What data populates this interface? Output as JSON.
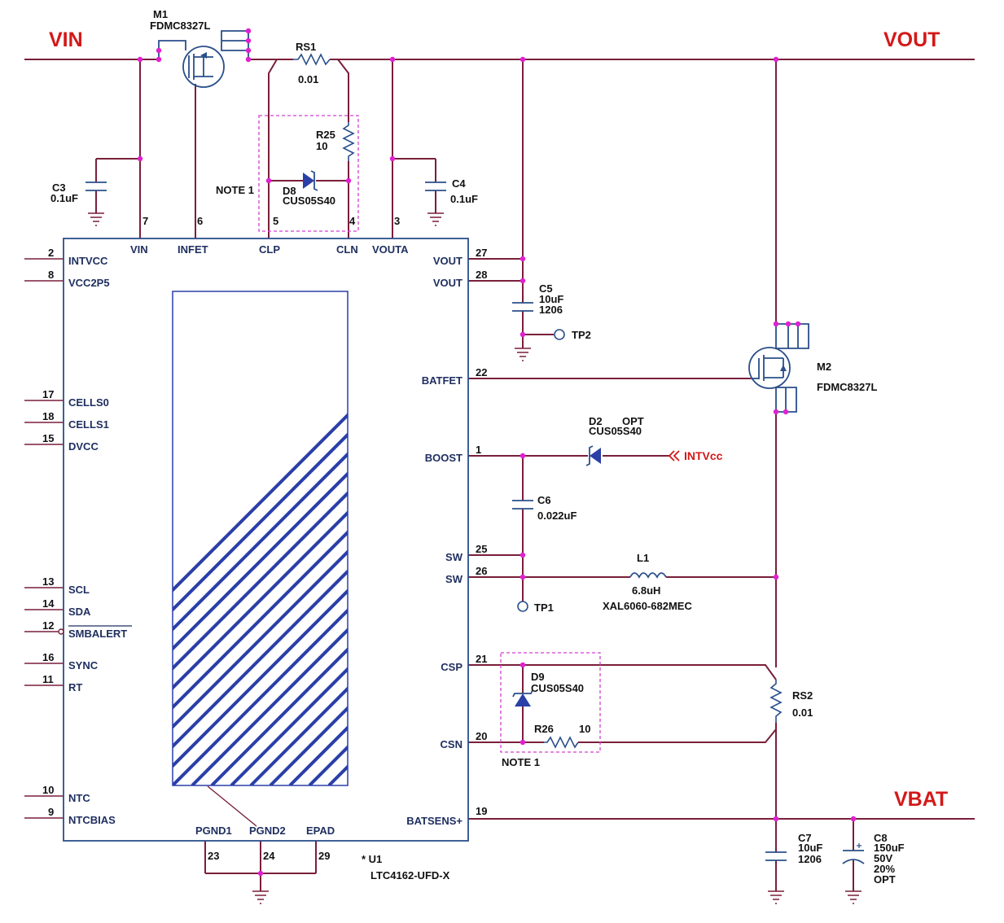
{
  "nets": {
    "vin": "VIN",
    "vout": "VOUT",
    "vbat": "VBAT",
    "intvcc": "INTVcc"
  },
  "ic": {
    "ref": "* U1",
    "part": "LTC4162-UFD-X",
    "top_pins": [
      {
        "name": "VIN",
        "num": "7"
      },
      {
        "name": "INFET",
        "num": "6"
      },
      {
        "name": "CLP",
        "num": "5"
      },
      {
        "name": "CLN",
        "num": "4"
      },
      {
        "name": "VOUTA",
        "num": "3"
      }
    ],
    "left_pins": [
      {
        "name": "INTVCC",
        "num": "2"
      },
      {
        "name": "VCC2P5",
        "num": "8"
      },
      {
        "name": "CELLS0",
        "num": "17"
      },
      {
        "name": "CELLS1",
        "num": "18"
      },
      {
        "name": "DVCC",
        "num": "15"
      },
      {
        "name": "SCL",
        "num": "13"
      },
      {
        "name": "SDA",
        "num": "14"
      },
      {
        "name": "SMBALERT",
        "num": "12"
      },
      {
        "name": "SYNC",
        "num": "16"
      },
      {
        "name": "RT",
        "num": "11"
      },
      {
        "name": "NTC",
        "num": "10"
      },
      {
        "name": "NTCBIAS",
        "num": "9"
      }
    ],
    "right_pins": [
      {
        "name": "VOUT",
        "num": "27"
      },
      {
        "name": "VOUT",
        "num": "28"
      },
      {
        "name": "BATFET",
        "num": "22"
      },
      {
        "name": "BOOST",
        "num": "1"
      },
      {
        "name": "SW",
        "num": "25"
      },
      {
        "name": "SW",
        "num": "26"
      },
      {
        "name": "CSP",
        "num": "21"
      },
      {
        "name": "CSN",
        "num": "20"
      },
      {
        "name": "BATSENS+",
        "num": "19"
      }
    ],
    "bottom_pins": [
      {
        "name": "PGND1",
        "num": "23"
      },
      {
        "name": "PGND2",
        "num": "24"
      },
      {
        "name": "EPAD",
        "num": "29"
      }
    ]
  },
  "parts": {
    "m1": {
      "ref": "M1",
      "value": "FDMC8327L"
    },
    "m2": {
      "ref": "M2",
      "value": "FDMC8327L"
    },
    "rs1": {
      "ref": "RS1",
      "value": "0.01"
    },
    "rs2": {
      "ref": "RS2",
      "value": "0.01"
    },
    "r25": {
      "ref": "R25",
      "value": "10"
    },
    "r26": {
      "ref": "R26",
      "value": "10"
    },
    "d8": {
      "ref": "D8",
      "value": "CUS05S40"
    },
    "d9": {
      "ref": "D9",
      "value": "CUS05S40"
    },
    "d2": {
      "ref": "D2",
      "opt": "OPT",
      "value": "CUS05S40"
    },
    "c3": {
      "ref": "C3",
      "value": "0.1uF"
    },
    "c4": {
      "ref": "C4",
      "value": "0.1uF"
    },
    "c5": {
      "ref": "C5",
      "value": "10uF",
      "size": "1206"
    },
    "c6": {
      "ref": "C6",
      "value": "0.022uF"
    },
    "c7": {
      "ref": "C7",
      "value": "10uF",
      "size": "1206"
    },
    "c8": {
      "ref": "C8",
      "value": "150uF",
      "voltage": "50V",
      "tol": "20%",
      "opt": "OPT"
    },
    "l1": {
      "ref": "L1",
      "value": "6.8uH",
      "part": "XAL6060-682MEC"
    },
    "tp1": {
      "ref": "TP1"
    },
    "tp2": {
      "ref": "TP2"
    }
  },
  "notes": {
    "n1": "NOTE 1",
    "n2": "NOTE 1"
  },
  "colors": {
    "wire": "#7a1f3a",
    "part": "#2a4f8a",
    "junction": "#e020d0",
    "net_label": "#d41818",
    "note_box": "#d040d0"
  }
}
